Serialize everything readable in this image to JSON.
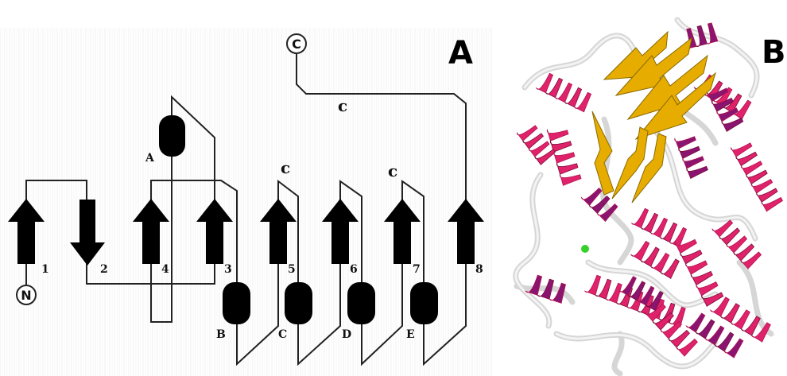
{
  "figure": {
    "panel_a": {
      "letter": "A",
      "terminus_n": "N",
      "terminus_c": "C",
      "strand_numbers": [
        "1",
        "2",
        "4",
        "3",
        "5",
        "6",
        "7",
        "8"
      ],
      "helix_labels": [
        "A",
        "B",
        "C",
        "D",
        "E"
      ],
      "loop_labels": [
        "c",
        "c",
        "c"
      ]
    },
    "panel_b": {
      "letter": "B",
      "style_colors": {
        "helix": "#e0226b",
        "helix_alt": "#8a1470",
        "sheet": "#e6ac00",
        "coil": "#d8d8d8",
        "ion": "#35d12a"
      }
    }
  }
}
